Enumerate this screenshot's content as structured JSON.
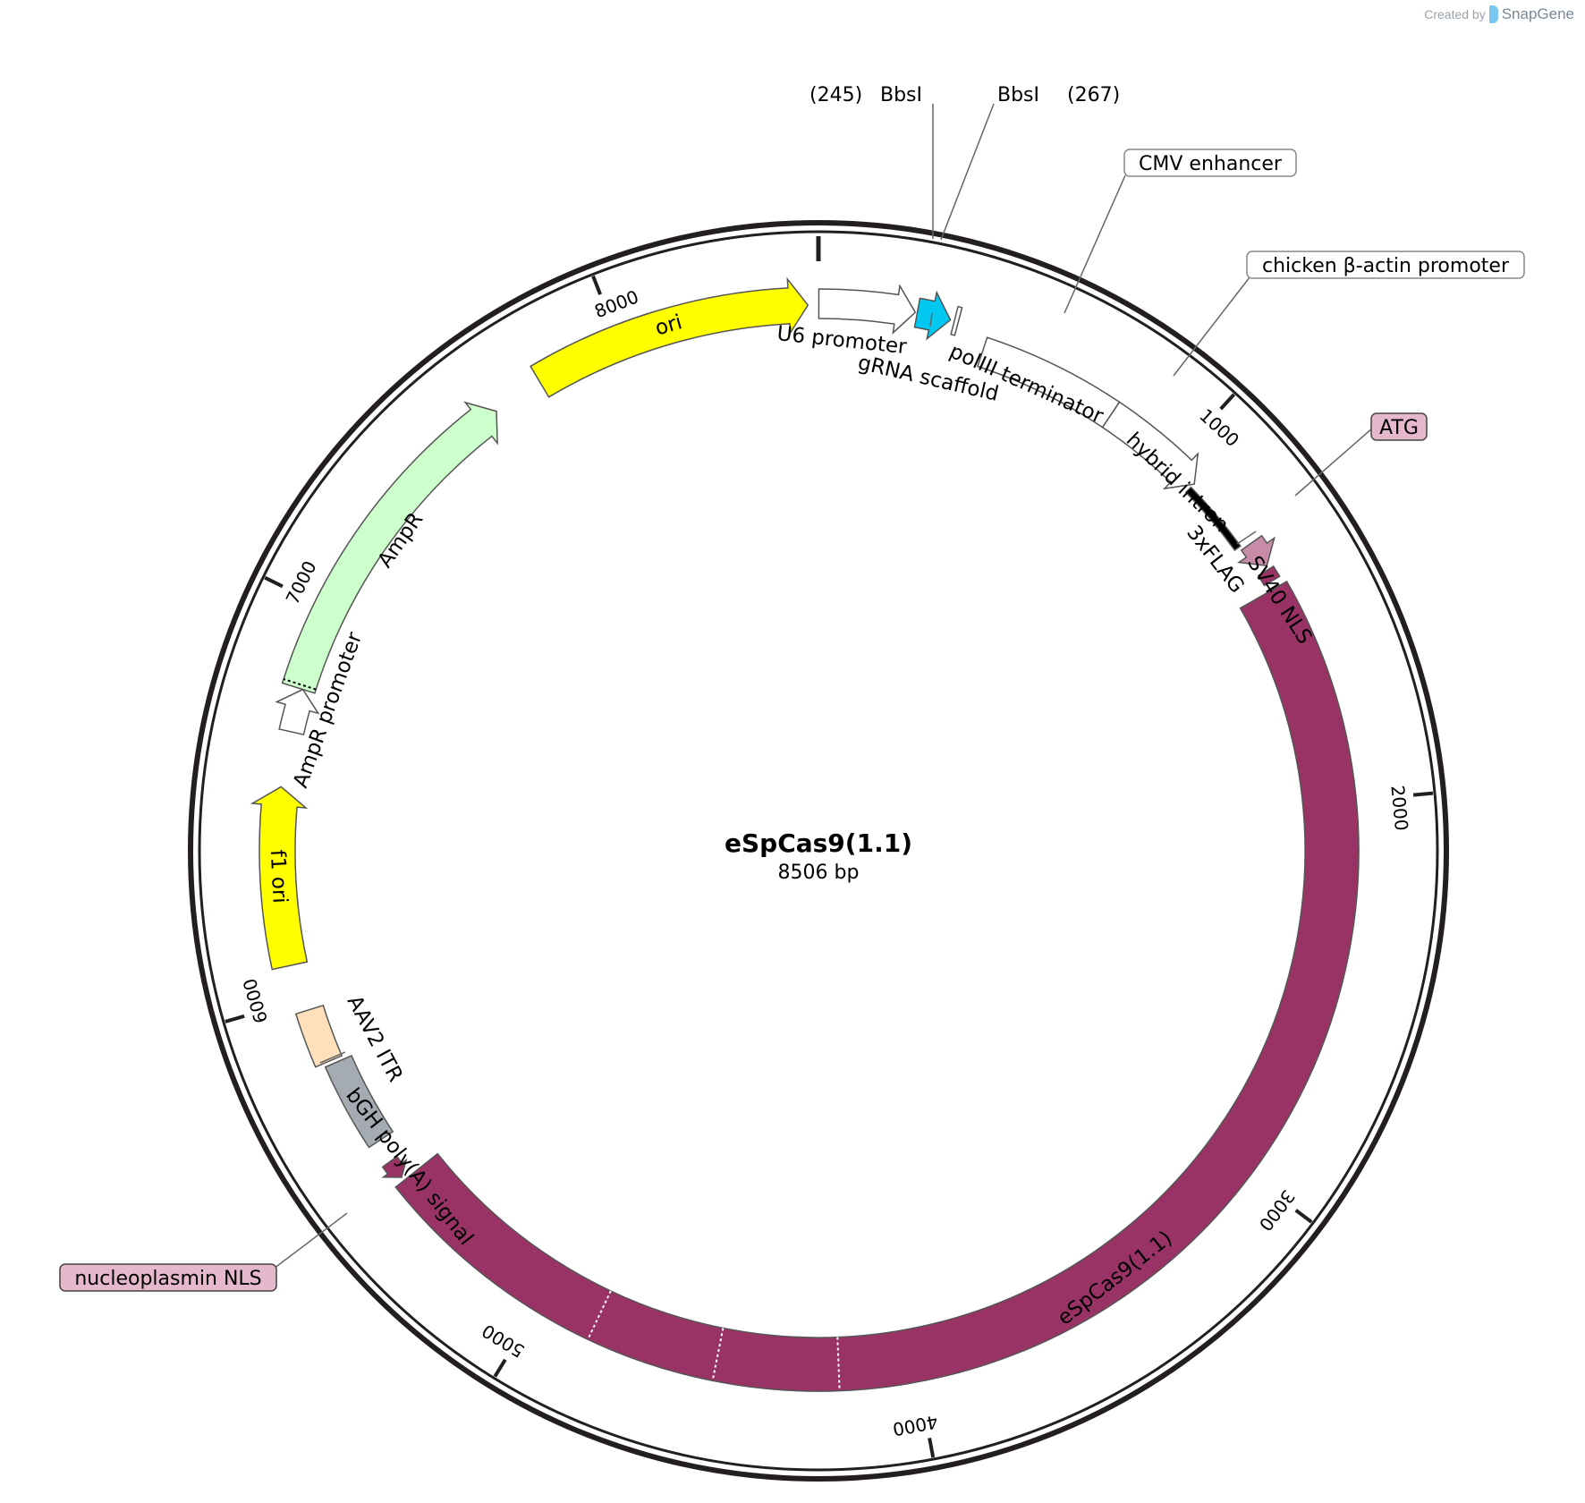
{
  "credit": {
    "prefix": "Created by",
    "brand": "SnapGene"
  },
  "plasmid": {
    "name": "eSpCas9(1.1)",
    "length_label": "8506 bp",
    "length": 8506
  },
  "ticks": [
    {
      "pos": 1000,
      "label": "1000"
    },
    {
      "pos": 2000,
      "label": "2000"
    },
    {
      "pos": 3000,
      "label": "3000"
    },
    {
      "pos": 4000,
      "label": "4000"
    },
    {
      "pos": 5000,
      "label": "5000"
    },
    {
      "pos": 6000,
      "label": "6000"
    },
    {
      "pos": 7000,
      "label": "7000"
    },
    {
      "pos": 8000,
      "label": "8000"
    }
  ],
  "features": [
    {
      "id": "ori",
      "label": "ori",
      "start": 7780,
      "end": 8480,
      "color": "#ffff00",
      "arrow": "cw",
      "label_inside": true
    },
    {
      "id": "u6",
      "label": "U6 promoter",
      "start": 1,
      "end": 241,
      "color": "#ffffff",
      "arrow": "cw"
    },
    {
      "id": "grna",
      "label": "gRNA scaffold",
      "start": 246,
      "end": 330,
      "color": "#00c8f0",
      "arrow": "cw"
    },
    {
      "id": "poliii",
      "label": "polIII terminator",
      "start": 340,
      "end": 350,
      "color": "#ffffff",
      "arrow": "none"
    },
    {
      "id": "cmv",
      "label": "CMV enhancer",
      "start": 430,
      "end": 800,
      "color": "#ffffff",
      "arrow": "none"
    },
    {
      "id": "actin",
      "label": "chicken β-actin promoter",
      "start": 800,
      "end": 1080,
      "color": "#ffffff",
      "arrow": "cw"
    },
    {
      "id": "intron",
      "label": "hybrid intron",
      "start": 1080,
      "end": 1280,
      "color": "#000000",
      "arrow": "none"
    },
    {
      "id": "flag",
      "label": "3xFLAG",
      "start": 1290,
      "end": 1360,
      "color": "#c88ca8",
      "arrow": "cw"
    },
    {
      "id": "sv40",
      "label": "SV40 NLS",
      "start": 1370,
      "end": 1400,
      "color": "#993366",
      "arrow": "cw"
    },
    {
      "id": "cas9",
      "label": "eSpCas9(1.1)",
      "start": 1420,
      "end": 5470,
      "color": "#993366",
      "arrow": "none"
    },
    {
      "id": "np_nls",
      "label": "nucleoplasmin NLS",
      "start": 5480,
      "end": 5530,
      "color": "#993366",
      "arrow": "ccw"
    },
    {
      "id": "bgh",
      "label": "bGH poly(A) signal",
      "start": 5590,
      "end": 5820,
      "color": "#a4abb3",
      "arrow": "none"
    },
    {
      "id": "itr",
      "label": "AAV2 ITR",
      "start": 5830,
      "end": 5970,
      "color": "#ffe0bc",
      "arrow": "none"
    },
    {
      "id": "f1",
      "label": "f1 ori",
      "start": 6090,
      "end": 6540,
      "color": "#ffff00",
      "arrow": "cw",
      "label_inside": true
    },
    {
      "id": "ampr_p",
      "label": "AmpR promoter",
      "start": 6680,
      "end": 6790,
      "color": "#ffffff",
      "arrow": "cw"
    },
    {
      "id": "ampr",
      "label": "AmpR",
      "start": 6790,
      "end": 7650,
      "color": "#ccffcc",
      "arrow": "cw"
    }
  ],
  "callouts": [
    {
      "id": "bbs1",
      "pos": "(245)",
      "name": "BbsI"
    },
    {
      "id": "bbs2",
      "pos": "(267)",
      "name": "BbsI"
    },
    {
      "id": "cmv_box",
      "text": "CMV enhancer"
    },
    {
      "id": "actin_box",
      "text": "chicken β-actin promoter"
    },
    {
      "id": "atg_box",
      "text": "ATG"
    },
    {
      "id": "np_box",
      "text": "nucleoplasmin NLS"
    }
  ],
  "colors": {
    "backbone": "#231f20",
    "label_box_border": "#888888",
    "pink_box": "#e6b8cc"
  }
}
